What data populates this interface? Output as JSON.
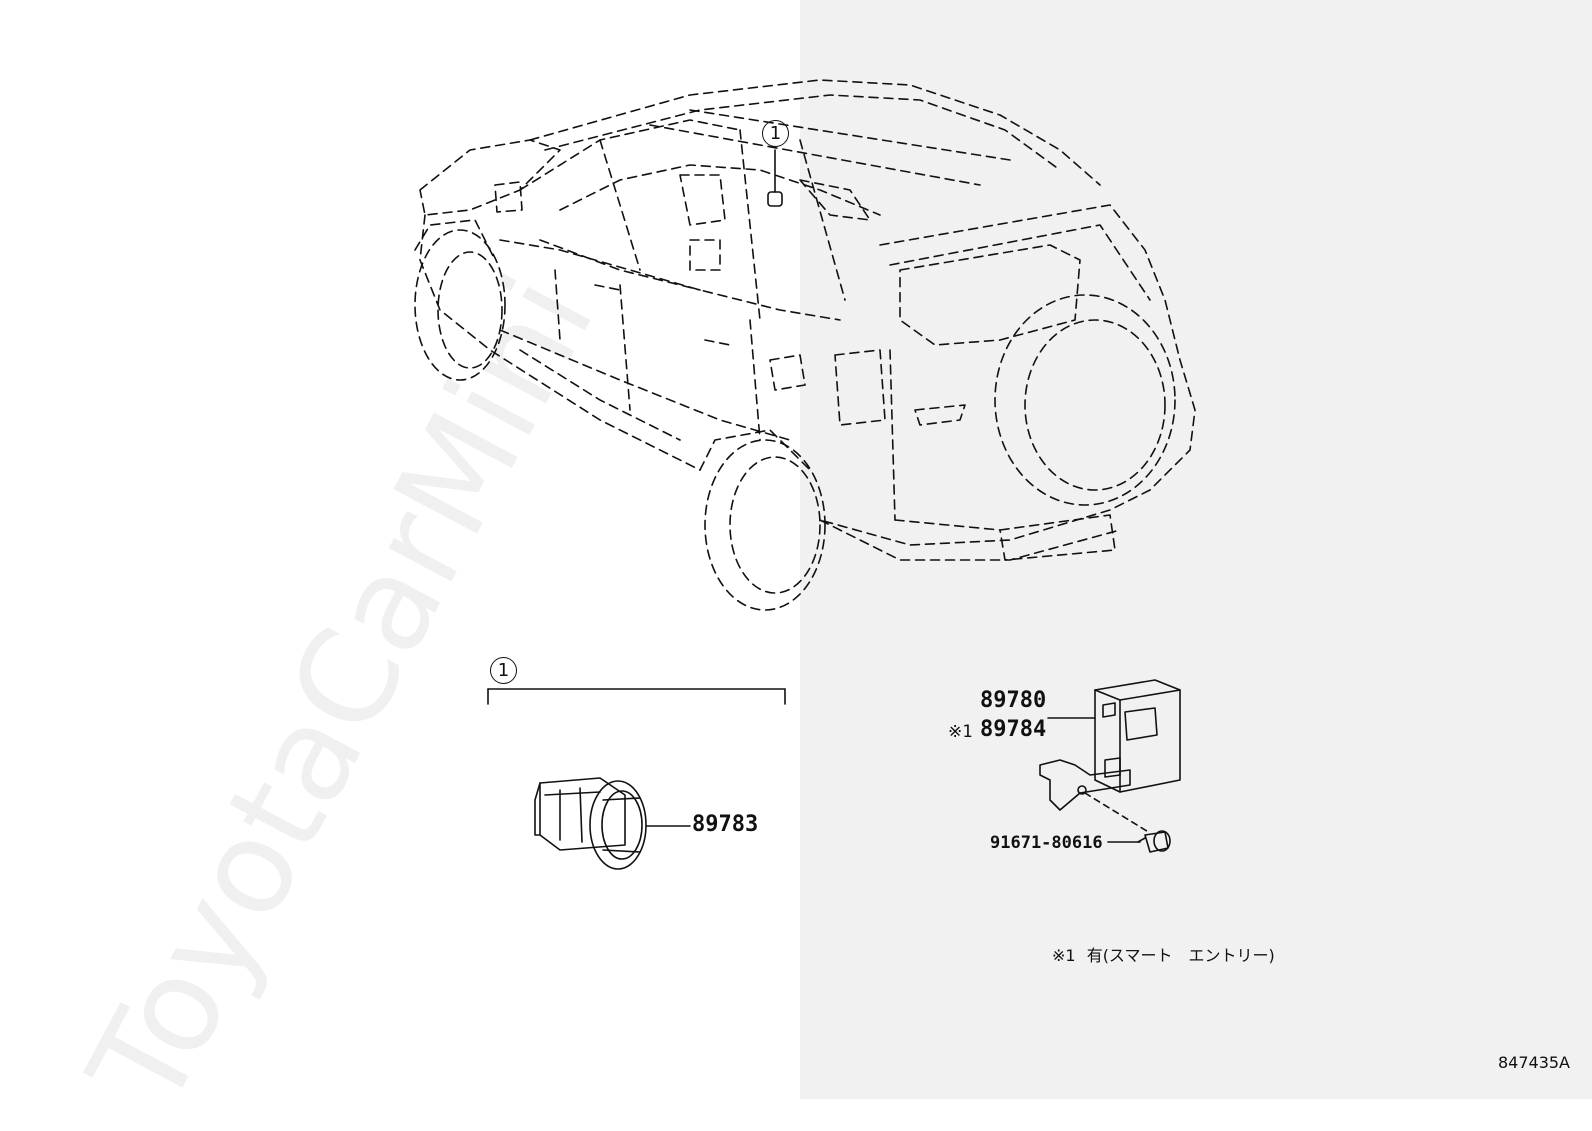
{
  "watermark": "ToyotaCarMini",
  "callouts": {
    "car_callout": "1",
    "group_callout": "1"
  },
  "parts": {
    "switch_part": "89783",
    "ecu_part_a": "89780",
    "ecu_part_b": "89784",
    "ecu_part_b_mark": "※1",
    "bolt_part": "91671-80616"
  },
  "note": {
    "mark": "※1",
    "text": "有(スマート　エントリー)"
  },
  "diagram_id": "847435A",
  "colors": {
    "line": "#111111",
    "right_panel_bg": "#f1f1f1",
    "page_bg": "#ffffff"
  }
}
